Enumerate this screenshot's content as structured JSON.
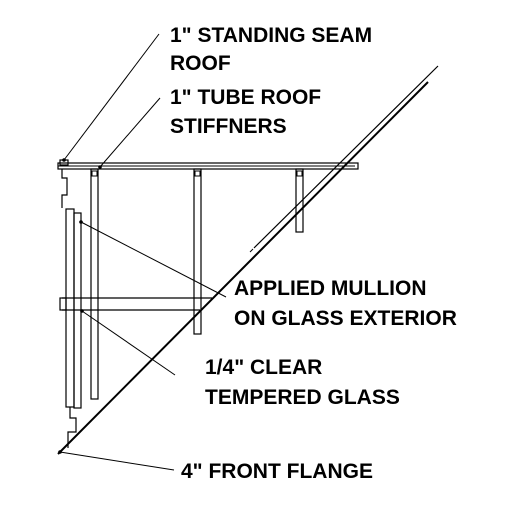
{
  "labels": {
    "standing_seam_roof_1": "1\" STANDING SEAM",
    "standing_seam_roof_2": "ROOF",
    "tube_roof_1": "1\" TUBE ROOF",
    "tube_roof_2": "STIFFNERS",
    "applied_mullion_1": "APPLIED MULLION",
    "applied_mullion_2": "ON GLASS EXTERIOR",
    "clear_glass_1": "1/4\" CLEAR",
    "clear_glass_2": "TEMPERED GLASS",
    "front_flange": "4\" FRONT FLANGE"
  },
  "colors": {
    "line": "#000000",
    "background": "#ffffff"
  }
}
